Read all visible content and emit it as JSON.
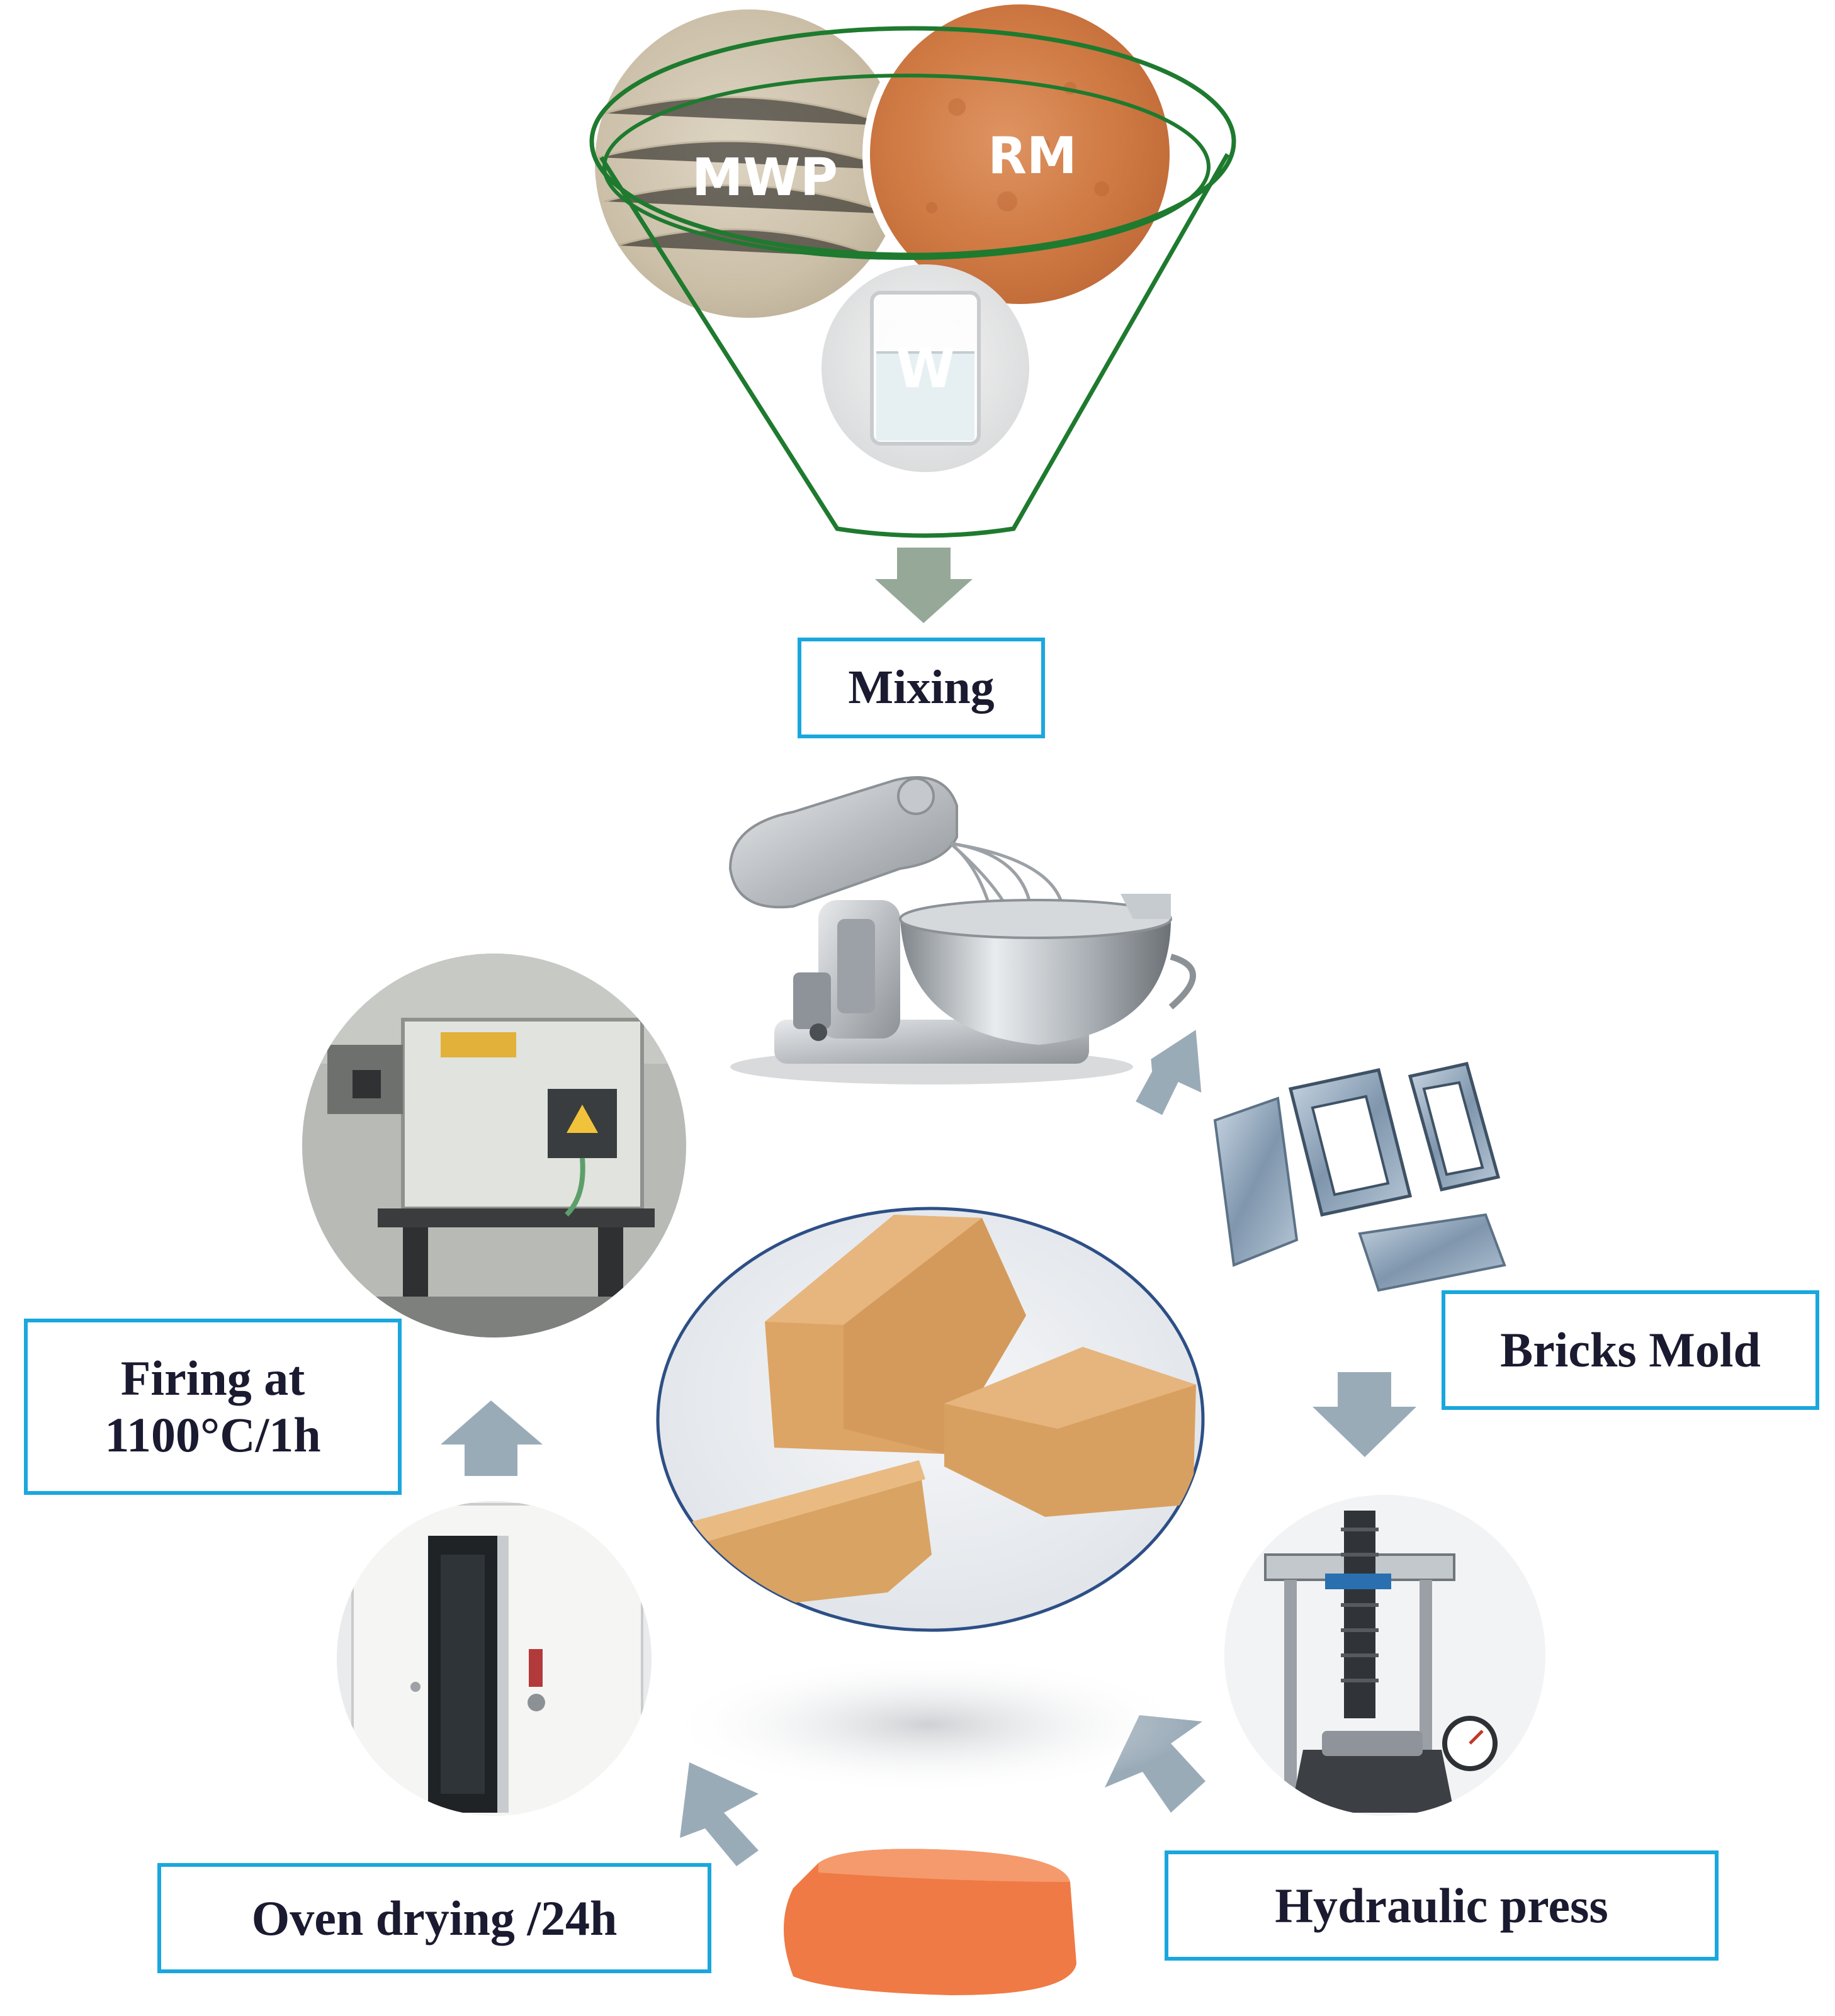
{
  "ingredients": {
    "mwp": "MWP",
    "rm": "RM",
    "w": "W"
  },
  "steps": {
    "mixing": "Mixing",
    "bricks_mold": "Bricks Mold",
    "hydraulic_press": "Hydraulic press",
    "oven_drying": "Oven drying /24h",
    "firing_line1": "Firing at",
    "firing_line2": "1100°C/1h"
  },
  "colors": {
    "label_border": "#1aa7dd",
    "label_text": "#1a1a30",
    "funnel_stroke": "#1e7a2e",
    "arrow_fill": "#9aabb8",
    "arrow_top_fill": "#96a898",
    "rm_powder": "#d2804a",
    "mwp_powder": "#cfc3ad",
    "brick": "#dca465",
    "fired_brick": "#ef7a45"
  },
  "icons": [
    "funnel-icon",
    "mixer-icon",
    "mold-icon",
    "hydraulic-press-icon",
    "brick-icon",
    "oven-icon",
    "furnace-icon",
    "arrow-icon"
  ]
}
